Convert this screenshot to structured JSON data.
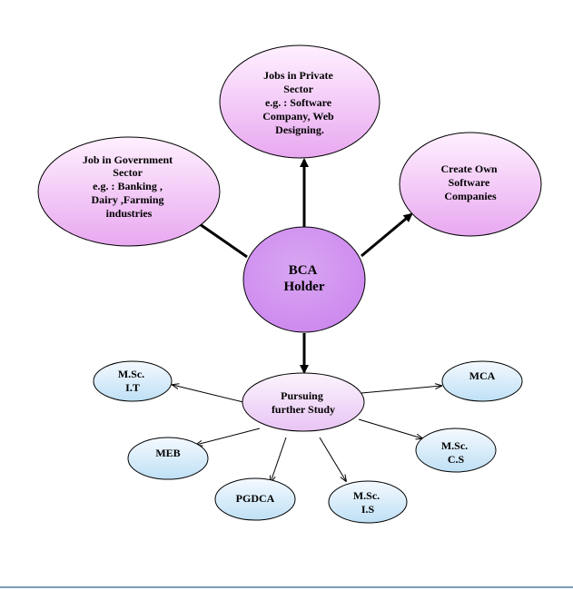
{
  "diagram": {
    "center": {
      "label": [
        "BCA",
        "Holder"
      ]
    },
    "career_options": [
      {
        "label": [
          "Job in Government",
          "Sector",
          "e.g. : Banking ,",
          "Dairy ,Farming",
          "industries"
        ]
      },
      {
        "label": [
          "Jobs in Private",
          "Sector",
          "e.g. : Software",
          "Company, Web",
          "Designing."
        ]
      },
      {
        "label": [
          "Create Own",
          "Software",
          "Companies"
        ]
      }
    ],
    "study_hub": {
      "label": [
        "Pursuing",
        "further Study"
      ]
    },
    "study_options": [
      {
        "label": [
          "M.Sc.",
          "I.T"
        ]
      },
      {
        "label": [
          "MCA"
        ]
      },
      {
        "label": [
          "MEB"
        ]
      },
      {
        "label": [
          "M.Sc.",
          "C.S"
        ]
      },
      {
        "label": [
          "PGDCA"
        ]
      },
      {
        "label": [
          "M.Sc.",
          "I.S"
        ]
      }
    ]
  },
  "colors": {
    "center_fill": "#cc88ee",
    "career_fill_top": "#fff0ff",
    "career_fill_bottom": "#e8a8f0",
    "hub_fill_top": "#fbf4fd",
    "hub_fill_bottom": "#e8c4f4",
    "study_fill_top": "#f4f9ff",
    "study_fill_bottom": "#bfe0f5",
    "stroke": "#000000"
  }
}
